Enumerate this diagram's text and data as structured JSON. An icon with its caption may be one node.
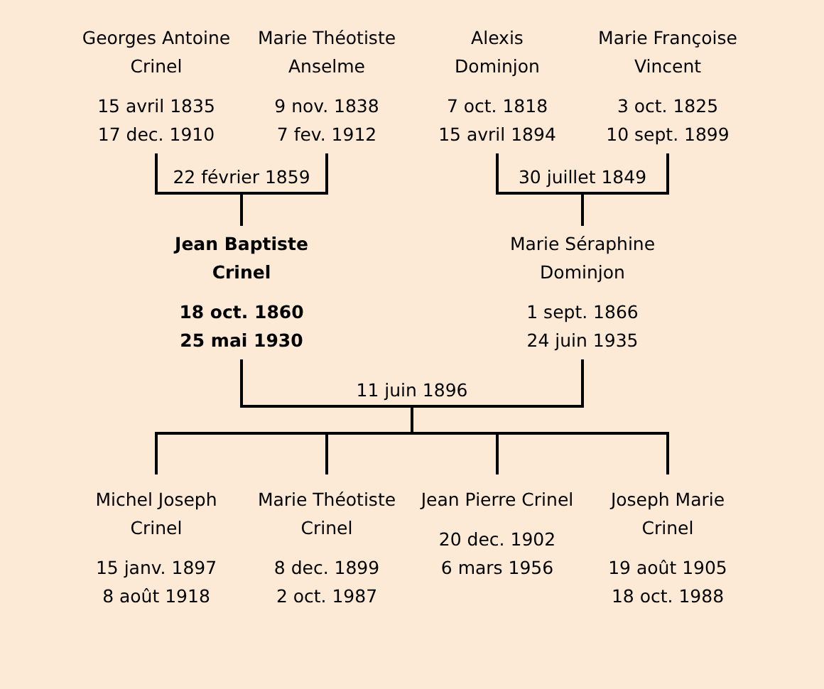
{
  "diagram": {
    "nodes": [
      {
        "text": [
          "Georges Antoine Crinel",
          "15 avril 1835",
          "17 dec. 1910"
        ]
      },
      {
        "text": [
          "Marie Théotiste Anselme",
          "9 nov. 1838",
          "7 fev. 1912"
        ]
      },
      {
        "text": [
          "Alexis Dominjon",
          "7 oct. 1818",
          "15 avril 1894"
        ]
      },
      {
        "text": [
          "Marie Françoise Vincent",
          "3 oct. 1825",
          "10 sept. 1899"
        ]
      },
      {
        "text": [
          "22 février 1859"
        ]
      },
      {
        "text": [
          "30 juillet 1849"
        ]
      },
      {
        "text": [
          "Jean Baptiste Crinel",
          "18 oct. 1860",
          "25 mai 1930"
        ]
      },
      {
        "text": [
          "Marie Séraphine Dominjon",
          "1 sept. 1866",
          "24 juin 1935"
        ]
      },
      {
        "text": [
          "11 juin 1896"
        ]
      },
      {
        "text": [
          "Michel Joseph Crinel",
          "15 janv. 1897",
          "8 août 1918"
        ]
      },
      {
        "text": [
          "Marie Théotiste Crinel",
          "8 dec. 1899",
          "2 oct. 1987"
        ]
      },
      {
        "text": [
          "Jean Pierre Crinel",
          "20 dec. 1902",
          "6 mars 1956"
        ]
      },
      {
        "text": [
          "Joseph Marie Crinel",
          "19 août 1905",
          "18 oct. 1988"
        ]
      }
    ],
    "edges": [
      {
        "from": 0,
        "to": 4,
        "arrow": "none"
      },
      {
        "from": 1,
        "to": 4,
        "arrow": "none"
      },
      {
        "from": 4,
        "to": 6,
        "arrow": "none"
      },
      {
        "from": 2,
        "to": 5,
        "arrow": "none"
      },
      {
        "from": 3,
        "to": 5,
        "arrow": "none"
      },
      {
        "from": 5,
        "to": 7,
        "arrow": "none"
      },
      {
        "from": 6,
        "to": 8,
        "arrow": "none"
      },
      {
        "from": 7,
        "to": 8,
        "arrow": "none"
      },
      {
        "from": 8,
        "to": 9,
        "arrow": "none"
      },
      {
        "from": 8,
        "to": 10,
        "arrow": "none"
      },
      {
        "from": 8,
        "to": 11,
        "arrow": "none"
      },
      {
        "from": 8,
        "to": 12,
        "arrow": "none"
      }
    ]
  }
}
